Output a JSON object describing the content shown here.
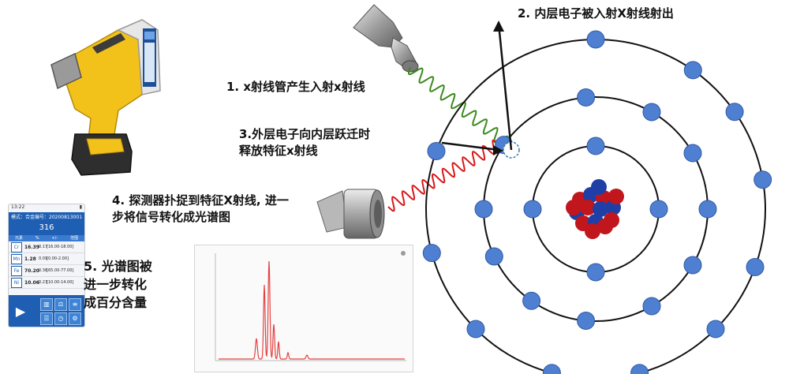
{
  "steps": {
    "s1": "1. x射线管产生入射x射线",
    "s2": "2. 内层电子被入射X射线射出",
    "s3": "3.外层电子向内层跃迁时\n释放特征x射线",
    "s4": "4. 探测器扑捉到特征X射线, 进一\n步将信号转化成光谱图",
    "s5": "5. 光谱图被\n进一步转化\n成百分含量"
  },
  "device_screen": {
    "time": "13:22",
    "header_left": "模式：合金",
    "header_right": "编号：20200813001",
    "result_code": "316",
    "columns": [
      "元素",
      "%",
      "+/-",
      "范围"
    ],
    "rows": [
      {
        "element": "Cr",
        "value": "16.39",
        "error": "0.17",
        "range": "[16.00-18.00]"
      },
      {
        "element": "Mn",
        "value": "1.28",
        "error": "0.09",
        "range": "[0.00-2.00]"
      },
      {
        "element": "Fe",
        "value": "70.20",
        "error": "0.36",
        "range": "[65.00-77.00]"
      },
      {
        "element": "Ni",
        "value": "10.06",
        "error": "0.23",
        "range": "[10.00-14.00]"
      }
    ]
  },
  "colors": {
    "incident_wave": "#3a8a1e",
    "characteristic_wave": "#d81818",
    "electron": "#4f7fd0",
    "orbit": "#111111",
    "proton": "#c0161c",
    "neutron": "#1f3fa6",
    "spectrum_line": "#e54242",
    "device_body": "#f3c21a"
  }
}
